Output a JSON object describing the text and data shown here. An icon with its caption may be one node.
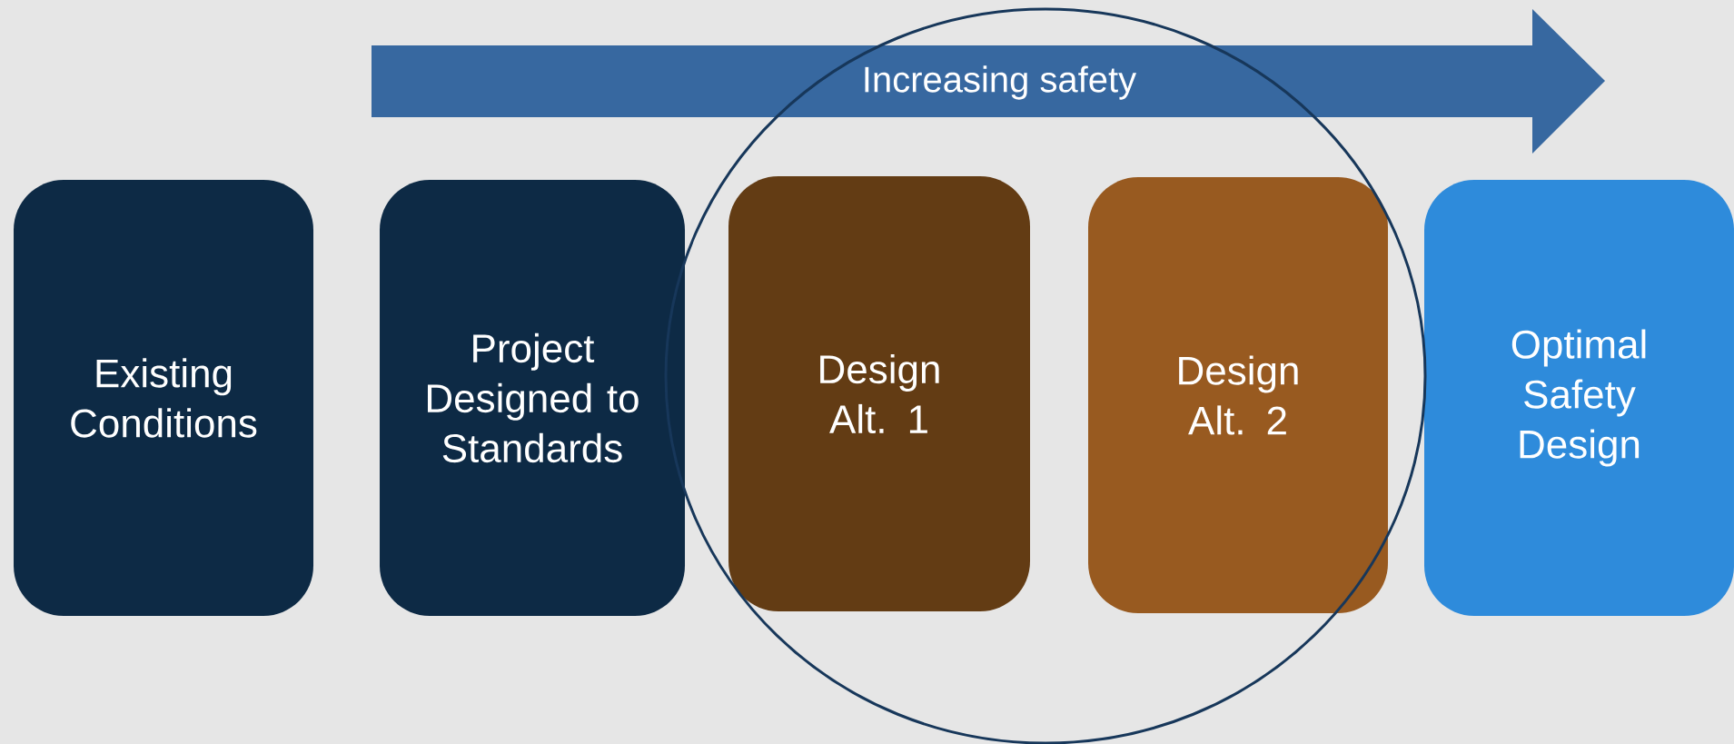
{
  "diagram": {
    "nodes": [
      {
        "text": [
          "Increasing safety"
        ]
      },
      {
        "text": [
          "Existing Conditions"
        ]
      },
      {
        "text": [
          "Project Designed to Standards"
        ]
      },
      {
        "text": [
          "Design Alt. 1"
        ]
      },
      {
        "text": [
          "Design Alt. 2"
        ]
      },
      {
        "text": [
          "Optimal Safety Design"
        ]
      }
    ]
  }
}
